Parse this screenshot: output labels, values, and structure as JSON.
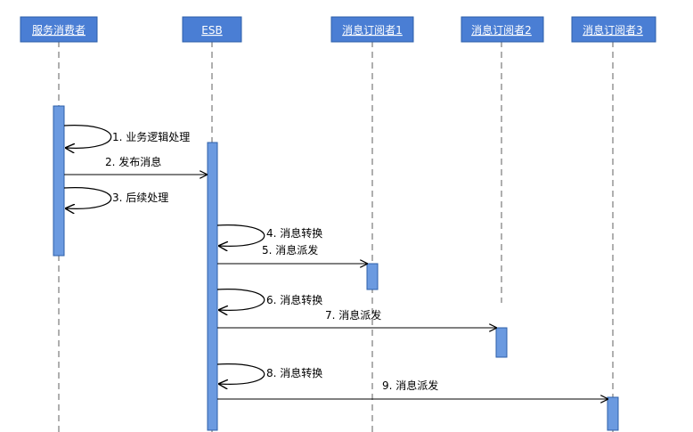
{
  "colors": {
    "actor_fill": "#4a7ed4",
    "actor_border": "#2c5fa8",
    "activation_fill": "#6b9ae0",
    "activation_border": "#2c5fa8",
    "lifeline": "#7a7a7a",
    "arrow": "#000000"
  },
  "actors": [
    {
      "id": "consumer",
      "label": "服务消费者"
    },
    {
      "id": "esb",
      "label": "ESB"
    },
    {
      "id": "sub1",
      "label": "消息订阅者1"
    },
    {
      "id": "sub2",
      "label": "消息订阅者2"
    },
    {
      "id": "sub3",
      "label": "消息订阅者3"
    }
  ],
  "messages": [
    {
      "n": 1,
      "kind": "self",
      "actor": "consumer",
      "label": "1. 业务逻辑处理"
    },
    {
      "n": 2,
      "kind": "call",
      "from": "consumer",
      "to": "esb",
      "label": "2. 发布消息"
    },
    {
      "n": 3,
      "kind": "self",
      "actor": "consumer",
      "label": "3. 后续处理"
    },
    {
      "n": 4,
      "kind": "self",
      "actor": "esb",
      "label": "4. 消息转换"
    },
    {
      "n": 5,
      "kind": "call",
      "from": "esb",
      "to": "sub1",
      "label": "5. 消息派发"
    },
    {
      "n": 6,
      "kind": "self",
      "actor": "esb",
      "label": "6. 消息转换"
    },
    {
      "n": 7,
      "kind": "call",
      "from": "esb",
      "to": "sub2",
      "label": "7. 消息派发"
    },
    {
      "n": 8,
      "kind": "self",
      "actor": "esb",
      "label": "8. 消息转换"
    },
    {
      "n": 9,
      "kind": "call",
      "from": "esb",
      "to": "sub3",
      "label": "9. 消息派发"
    }
  ]
}
